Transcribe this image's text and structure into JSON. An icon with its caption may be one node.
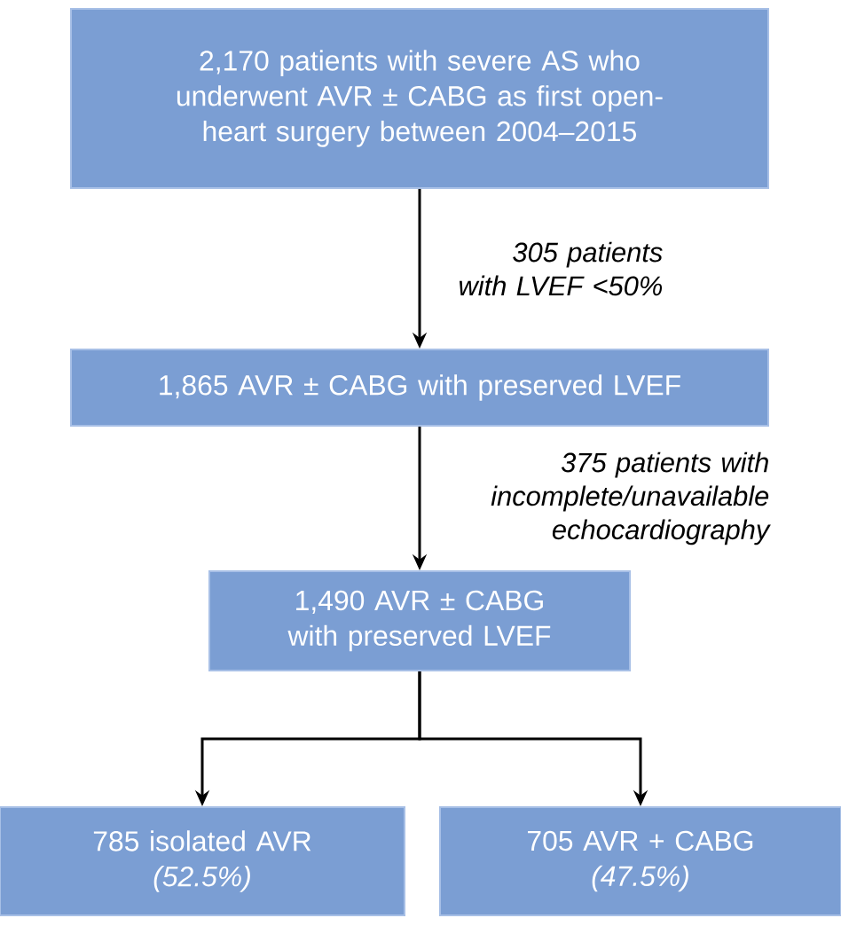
{
  "diagram": {
    "nodes": [
      {
        "text": [
          "2,170 patients with severe AS who underwent AVR ± CABG as first open-heart surgery between 2004–2015"
        ]
      },
      {
        "text": [
          "1,865 AVR ± CABG with preserved LVEF"
        ]
      },
      {
        "text": [
          "1,490 AVR ± CABG with preserved LVEF"
        ]
      },
      {
        "text": [
          "785 isolated AVR",
          "(52.5%)"
        ]
      },
      {
        "text": [
          "705 AVR + CABG",
          "(47.5%)"
        ]
      }
    ],
    "edges": [
      {
        "from": 0,
        "to": 1,
        "arrow": "to",
        "label": "305 patients with LVEF <50%"
      },
      {
        "from": 1,
        "to": 2,
        "arrow": "to",
        "label": "375 patients with incomplete/unavailable echocardiography"
      },
      {
        "from": 2,
        "to": 3,
        "arrow": "to"
      },
      {
        "from": 2,
        "to": 4,
        "arrow": "to"
      }
    ]
  }
}
